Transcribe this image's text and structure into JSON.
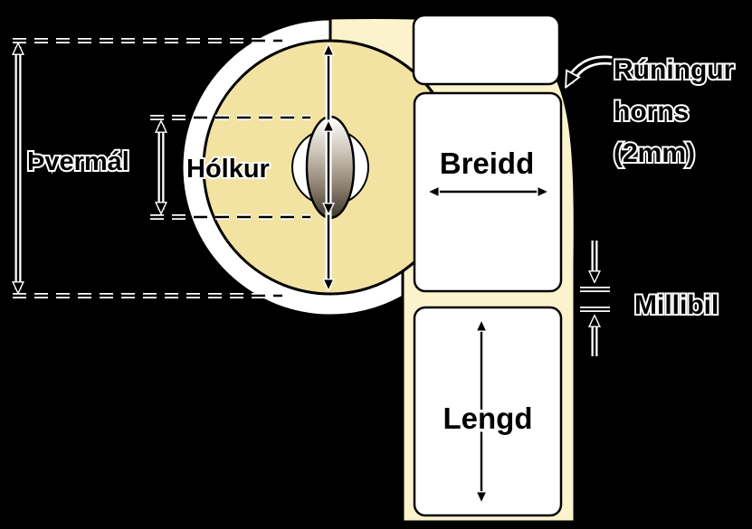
{
  "title": "Label roll dimension diagram",
  "diagram": {
    "roll": {
      "diameter_label": "Þvermál",
      "core_label": "Hólkur"
    },
    "labels": {
      "width_label": "Breidd",
      "length_label": "Lengd"
    },
    "annotations": {
      "corner_rounding": {
        "line1": "Rúningur",
        "line2": "horns",
        "line3": "(2mm)"
      },
      "gap_label": "Millibil"
    },
    "colors": {
      "background": "#000000",
      "roll_face": "#F2E3A3",
      "liner": "#FBF3CC",
      "label": "#FFFFFF",
      "line": "#000000",
      "halo": "#FFFFFF",
      "core_dark": "#3E382E"
    }
  }
}
